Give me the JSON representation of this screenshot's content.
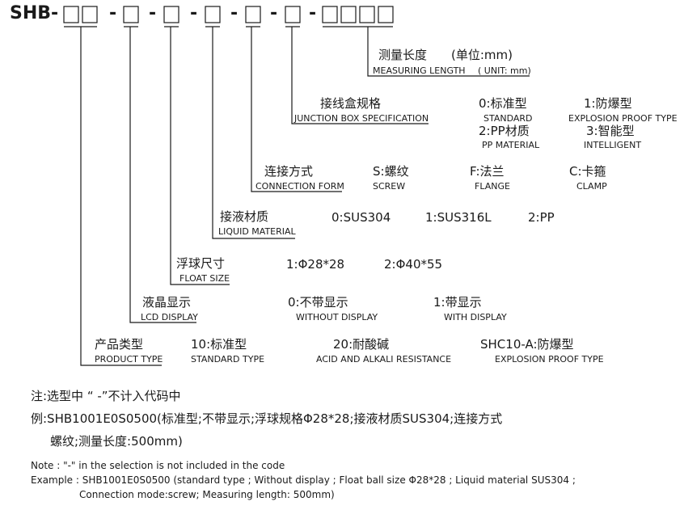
{
  "code": {
    "prefix": "SHB",
    "dash": "-",
    "box_groups": [
      2,
      1,
      1,
      1,
      1,
      1,
      4
    ]
  },
  "fields": [
    {
      "id": "measuring-length",
      "cn": "测量长度",
      "en": "MEASURING LENGTH",
      "unit_cn": "(单位:mm)",
      "unit_en": "( UNIT: mm)",
      "options": []
    },
    {
      "id": "junction-box",
      "cn": "接线盒规格",
      "en": "JUNCTION BOX SPECIFICATION",
      "options": [
        {
          "cn": "0:标准型",
          "en": "STANDARD"
        },
        {
          "cn": "1:防爆型",
          "en": "EXPLOSION PROOF TYPE"
        },
        {
          "cn": "2:PP材质",
          "en": "PP MATERIAL"
        },
        {
          "cn": "3:智能型",
          "en": "INTELLIGENT"
        }
      ]
    },
    {
      "id": "connection-form",
      "cn": "连接方式",
      "en": "CONNECTION FORM",
      "options": [
        {
          "cn": "S:螺纹",
          "en": "SCREW"
        },
        {
          "cn": "F:法兰",
          "en": "FLANGE"
        },
        {
          "cn": "C:卡箍",
          "en": "CLAMP"
        }
      ]
    },
    {
      "id": "liquid-material",
      "cn": "接液材质",
      "en": "LIQUID MATERIAL",
      "options": [
        {
          "cn": "0:SUS304"
        },
        {
          "cn": "1:SUS316L"
        },
        {
          "cn": "2:PP"
        }
      ]
    },
    {
      "id": "float-size",
      "cn": "浮球尺寸",
      "en": "FLOAT SIZE",
      "options": [
        {
          "cn": "1:Φ28*28"
        },
        {
          "cn": "2:Φ40*55"
        }
      ]
    },
    {
      "id": "lcd-display",
      "cn": "液晶显示",
      "en": "LCD DISPLAY",
      "options": [
        {
          "cn": "0:不带显示",
          "en": "WITHOUT DISPLAY"
        },
        {
          "cn": "1:带显示",
          "en": "WITH DISPLAY"
        }
      ]
    },
    {
      "id": "product-type",
      "cn": "产品类型",
      "en": "PRODUCT TYPE",
      "options": [
        {
          "cn": "10:标准型",
          "en": "STANDARD  TYPE"
        },
        {
          "cn": "20:耐酸碱",
          "en": "ACID AND ALKALI RESISTANCE"
        },
        {
          "cn": "SHC10-A:防爆型",
          "en": "EXPLOSION PROOF TYPE"
        }
      ]
    }
  ],
  "notes": {
    "note_cn": "注:选型中 “ -”不计入代码中",
    "example_cn_1": "例:SHB1001E0S0500(标准型;不带显示;浮球规格Φ28*28;接液材质SUS304;连接方式",
    "example_cn_2": "螺纹;测量长度:500mm)",
    "note_en": "Note : \"-\" in the selection is not included in the code",
    "example_en_1": "Example : SHB1001E0S0500 (standard type ; Without display ; Float ball size Φ28*28 ; Liquid material SUS304 ;",
    "example_en_2": "Connection mode:screw; Measuring length: 500mm)"
  }
}
